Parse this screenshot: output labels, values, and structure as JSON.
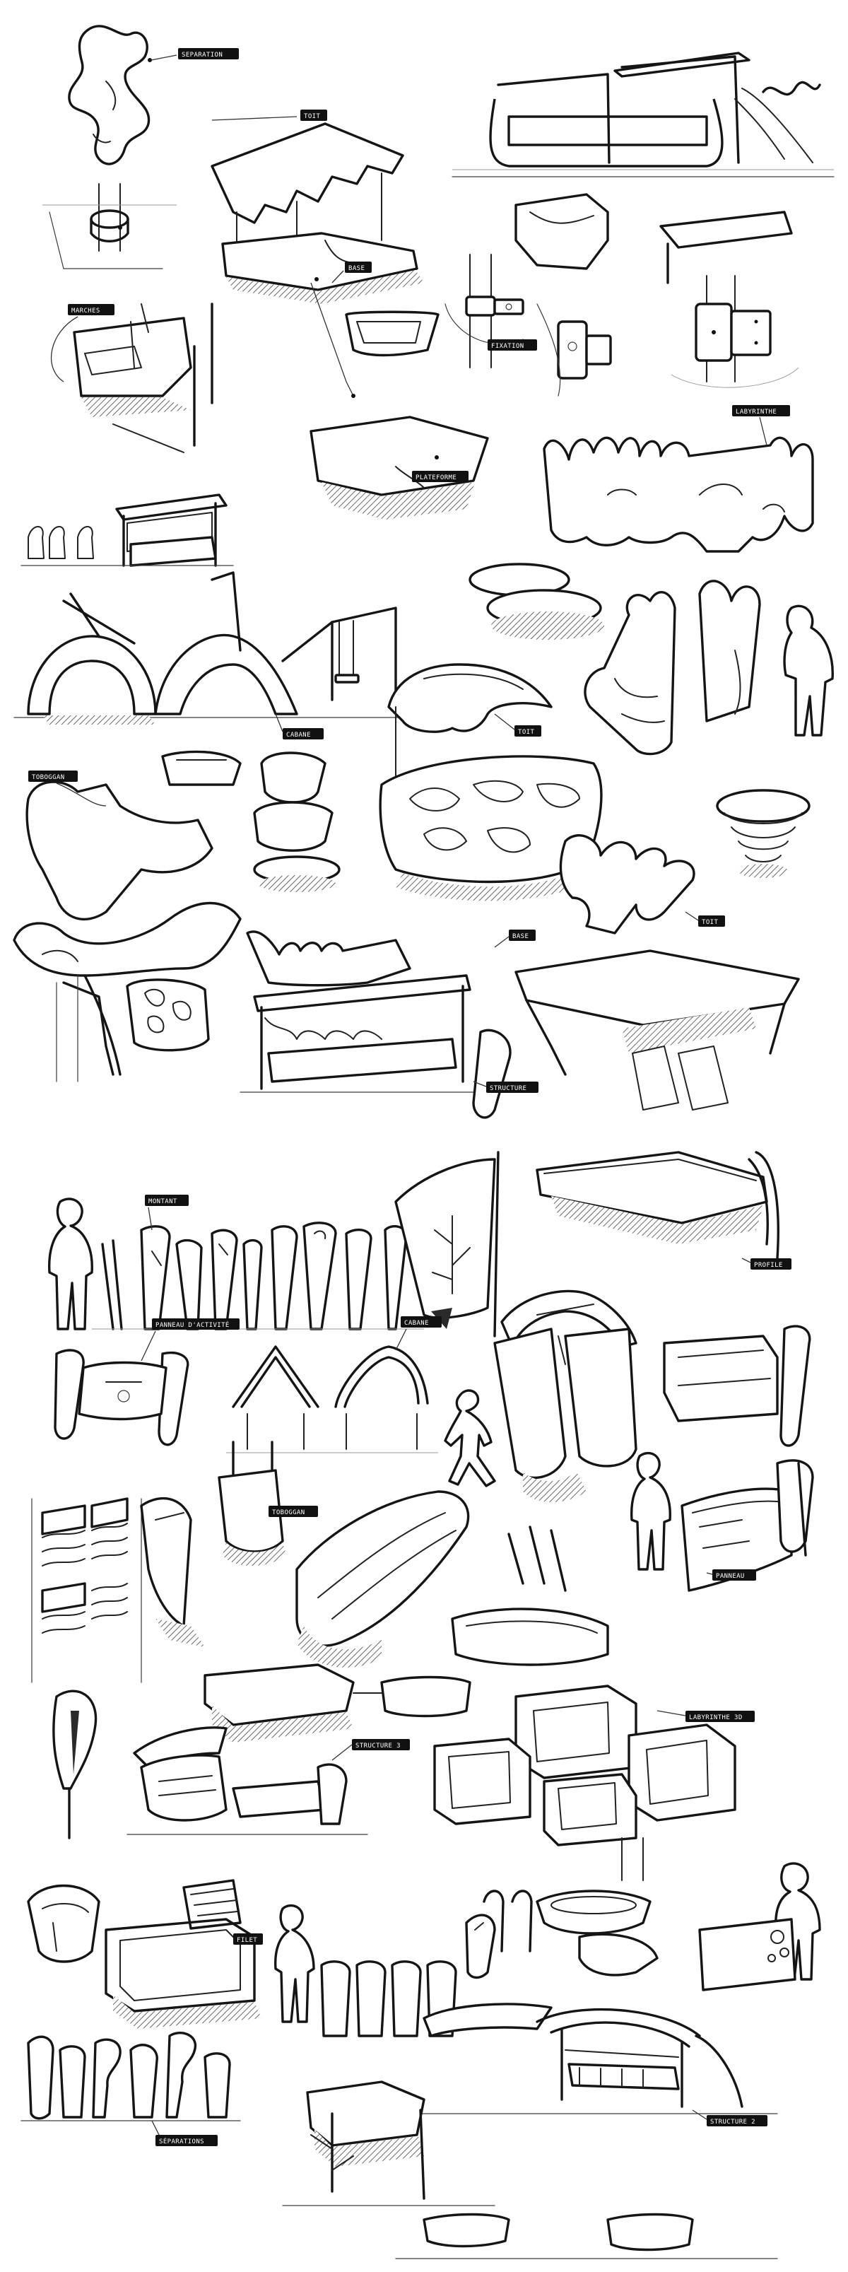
{
  "labels": {
    "separation": "SEPARATION",
    "toit_1": "TOIT",
    "base_1": "BASE",
    "marches": "MARCHES",
    "fixation": "FIXATION",
    "plateforme": "PLATEFORME",
    "labyrinthe_1": "LABYRINTHE",
    "cabane_1": "CABANE",
    "toboggan_1": "TOBOGGAN",
    "toit_2": "TOIT",
    "base_2": "BASE",
    "toit_3": "TOIT",
    "structure_1": "STRUCTURE",
    "montant": "MONTANT",
    "profile": "PROFILE",
    "panneau_activite": "PANNEAU D'ACTIVITÉ",
    "cabane_2": "CABANE",
    "toboggan_2": "TOBOGGAN",
    "panneau": "PANNEAU",
    "labyrinthe_3d": "LABYRINTHE 3D",
    "structure_2": "STRUCTURE 2",
    "filet": "FILET",
    "separations": "SÉPARATIONS",
    "structure_3": "STRUCTURE 3"
  },
  "colors": {
    "ink": "#151515",
    "paper": "#ffffff",
    "label_bg": "#111111",
    "label_text": "#ffffff"
  }
}
